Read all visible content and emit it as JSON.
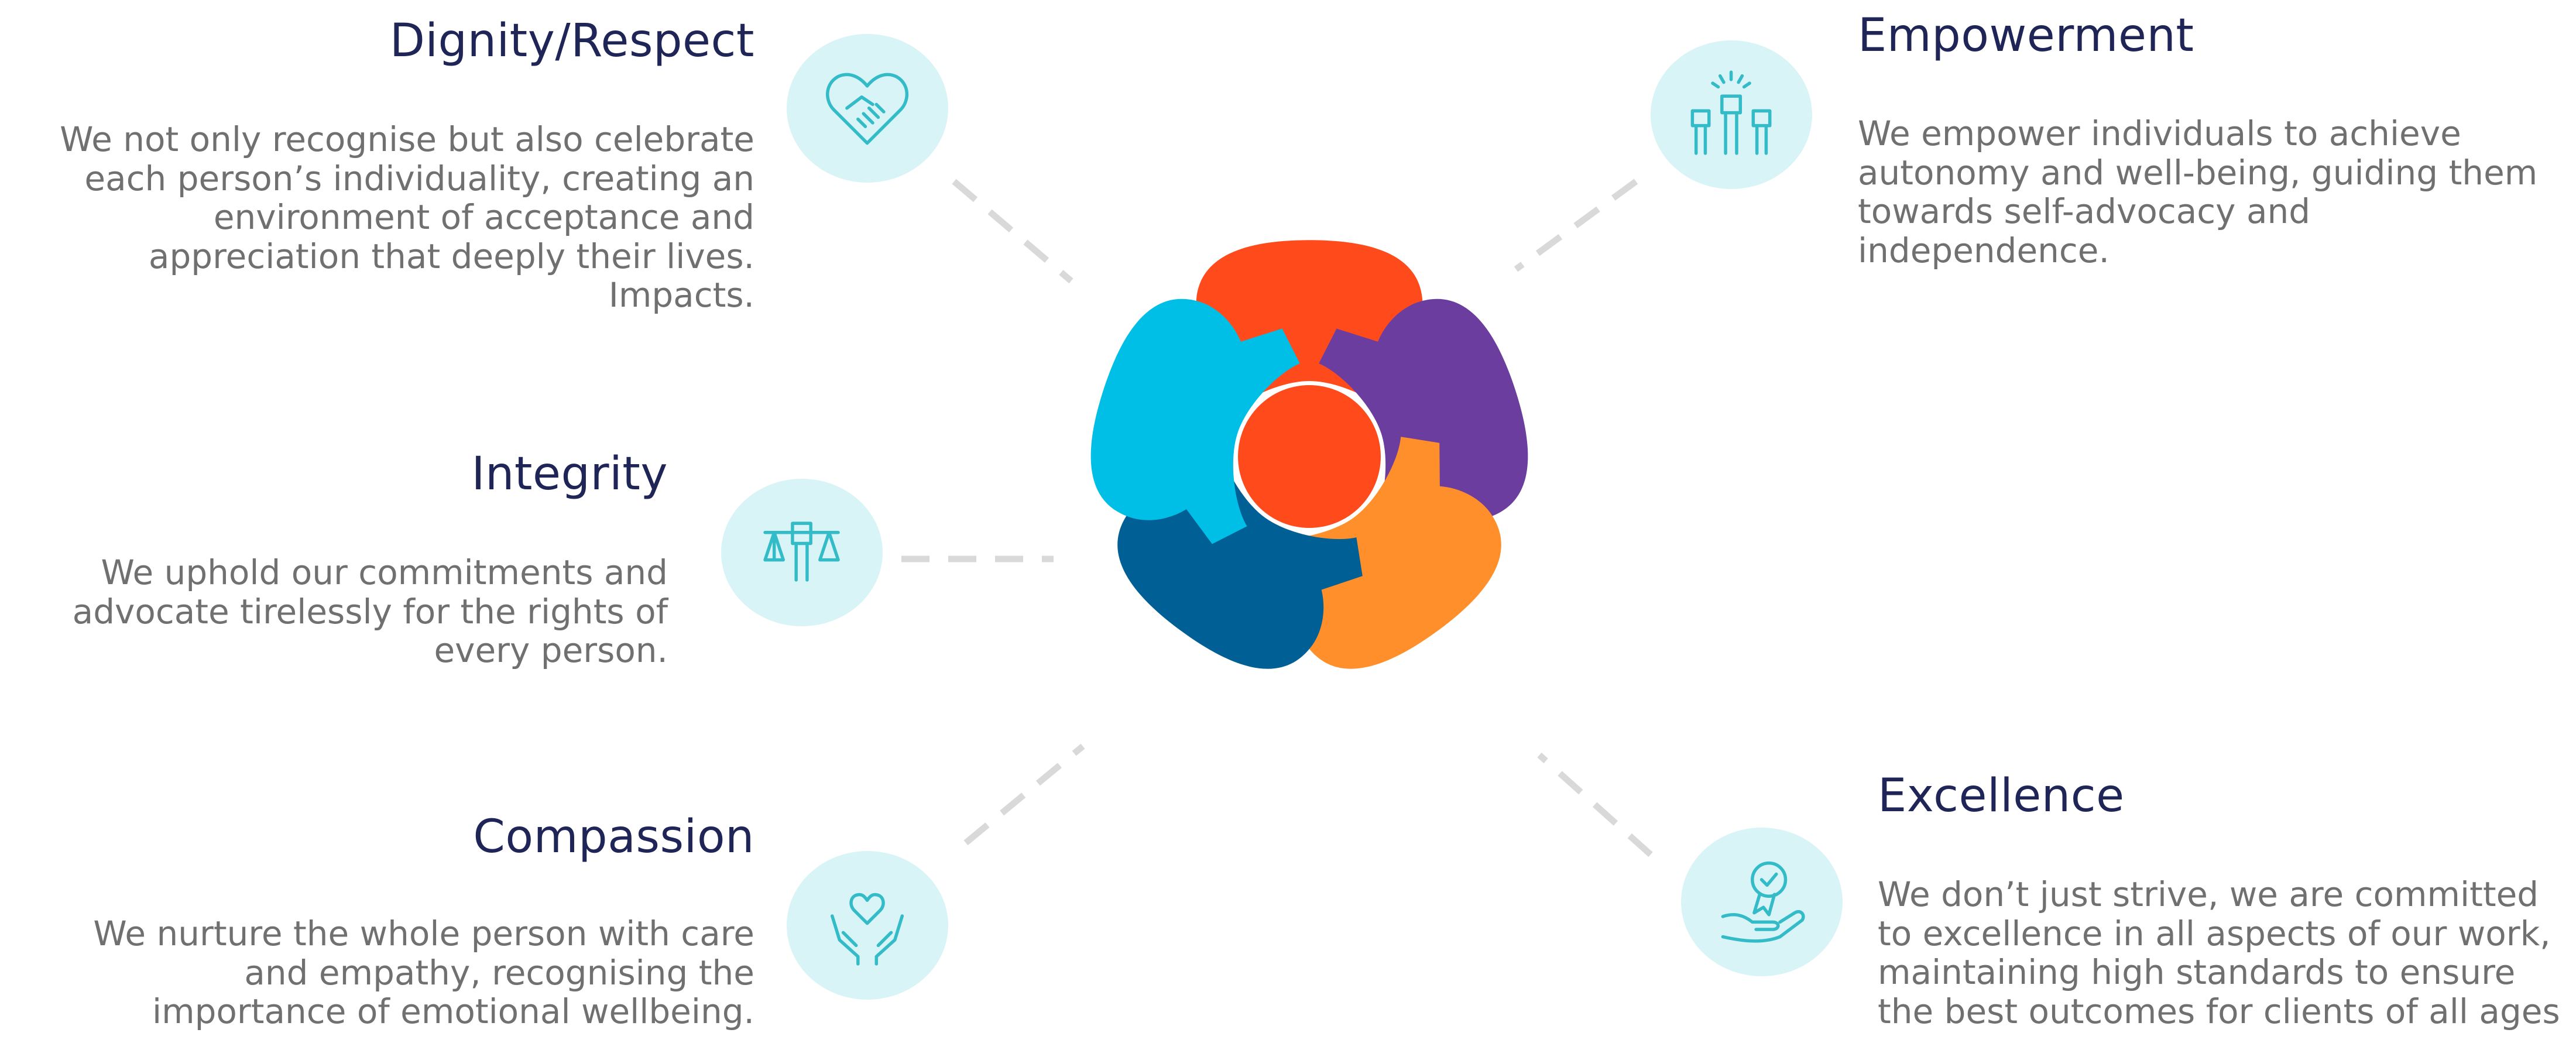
{
  "values": [
    {
      "id": "dignity",
      "title": "Dignity/Respect",
      "body": "We not only recognise but also celebrate each person’s individuality, creating an environment of acceptance and appreciation that deeply their lives. Impacts.",
      "icon": "handshake-heart-icon"
    },
    {
      "id": "integrity",
      "title": "Integrity",
      "body": "We uphold our commitments and advocate tirelessly for the rights of every person.",
      "icon": "scales-fist-icon"
    },
    {
      "id": "compassion",
      "title": "Compassion",
      "body": "We nurture the whole person with care and empathy, recognising the importance of emotional wellbeing.",
      "icon": "hands-heart-icon"
    },
    {
      "id": "empowerment",
      "title": "Empowerment",
      "body": "We empower individuals to achieve autonomy and well-being, guiding them towards self-advocacy and independence.",
      "icon": "raised-fists-icon"
    },
    {
      "id": "excellence",
      "title": "Excellence",
      "body": "We don’t just strive, we are committed to excellence in all aspects of our work, maintaining high standards to ensure the best outcomes for clients of all ages",
      "icon": "award-hand-icon"
    }
  ],
  "colors": {
    "title": "#1f2557",
    "body": "#707070",
    "icon_bg": "#d9f4f7",
    "icon_stroke": "#33bcc7",
    "connector": "#d9d9d9",
    "center": "#ff4a1c",
    "segments": [
      "#ff4a1c",
      "#6a3d9e",
      "#ff8f2a",
      "#005f95",
      "#00bfe6"
    ]
  }
}
